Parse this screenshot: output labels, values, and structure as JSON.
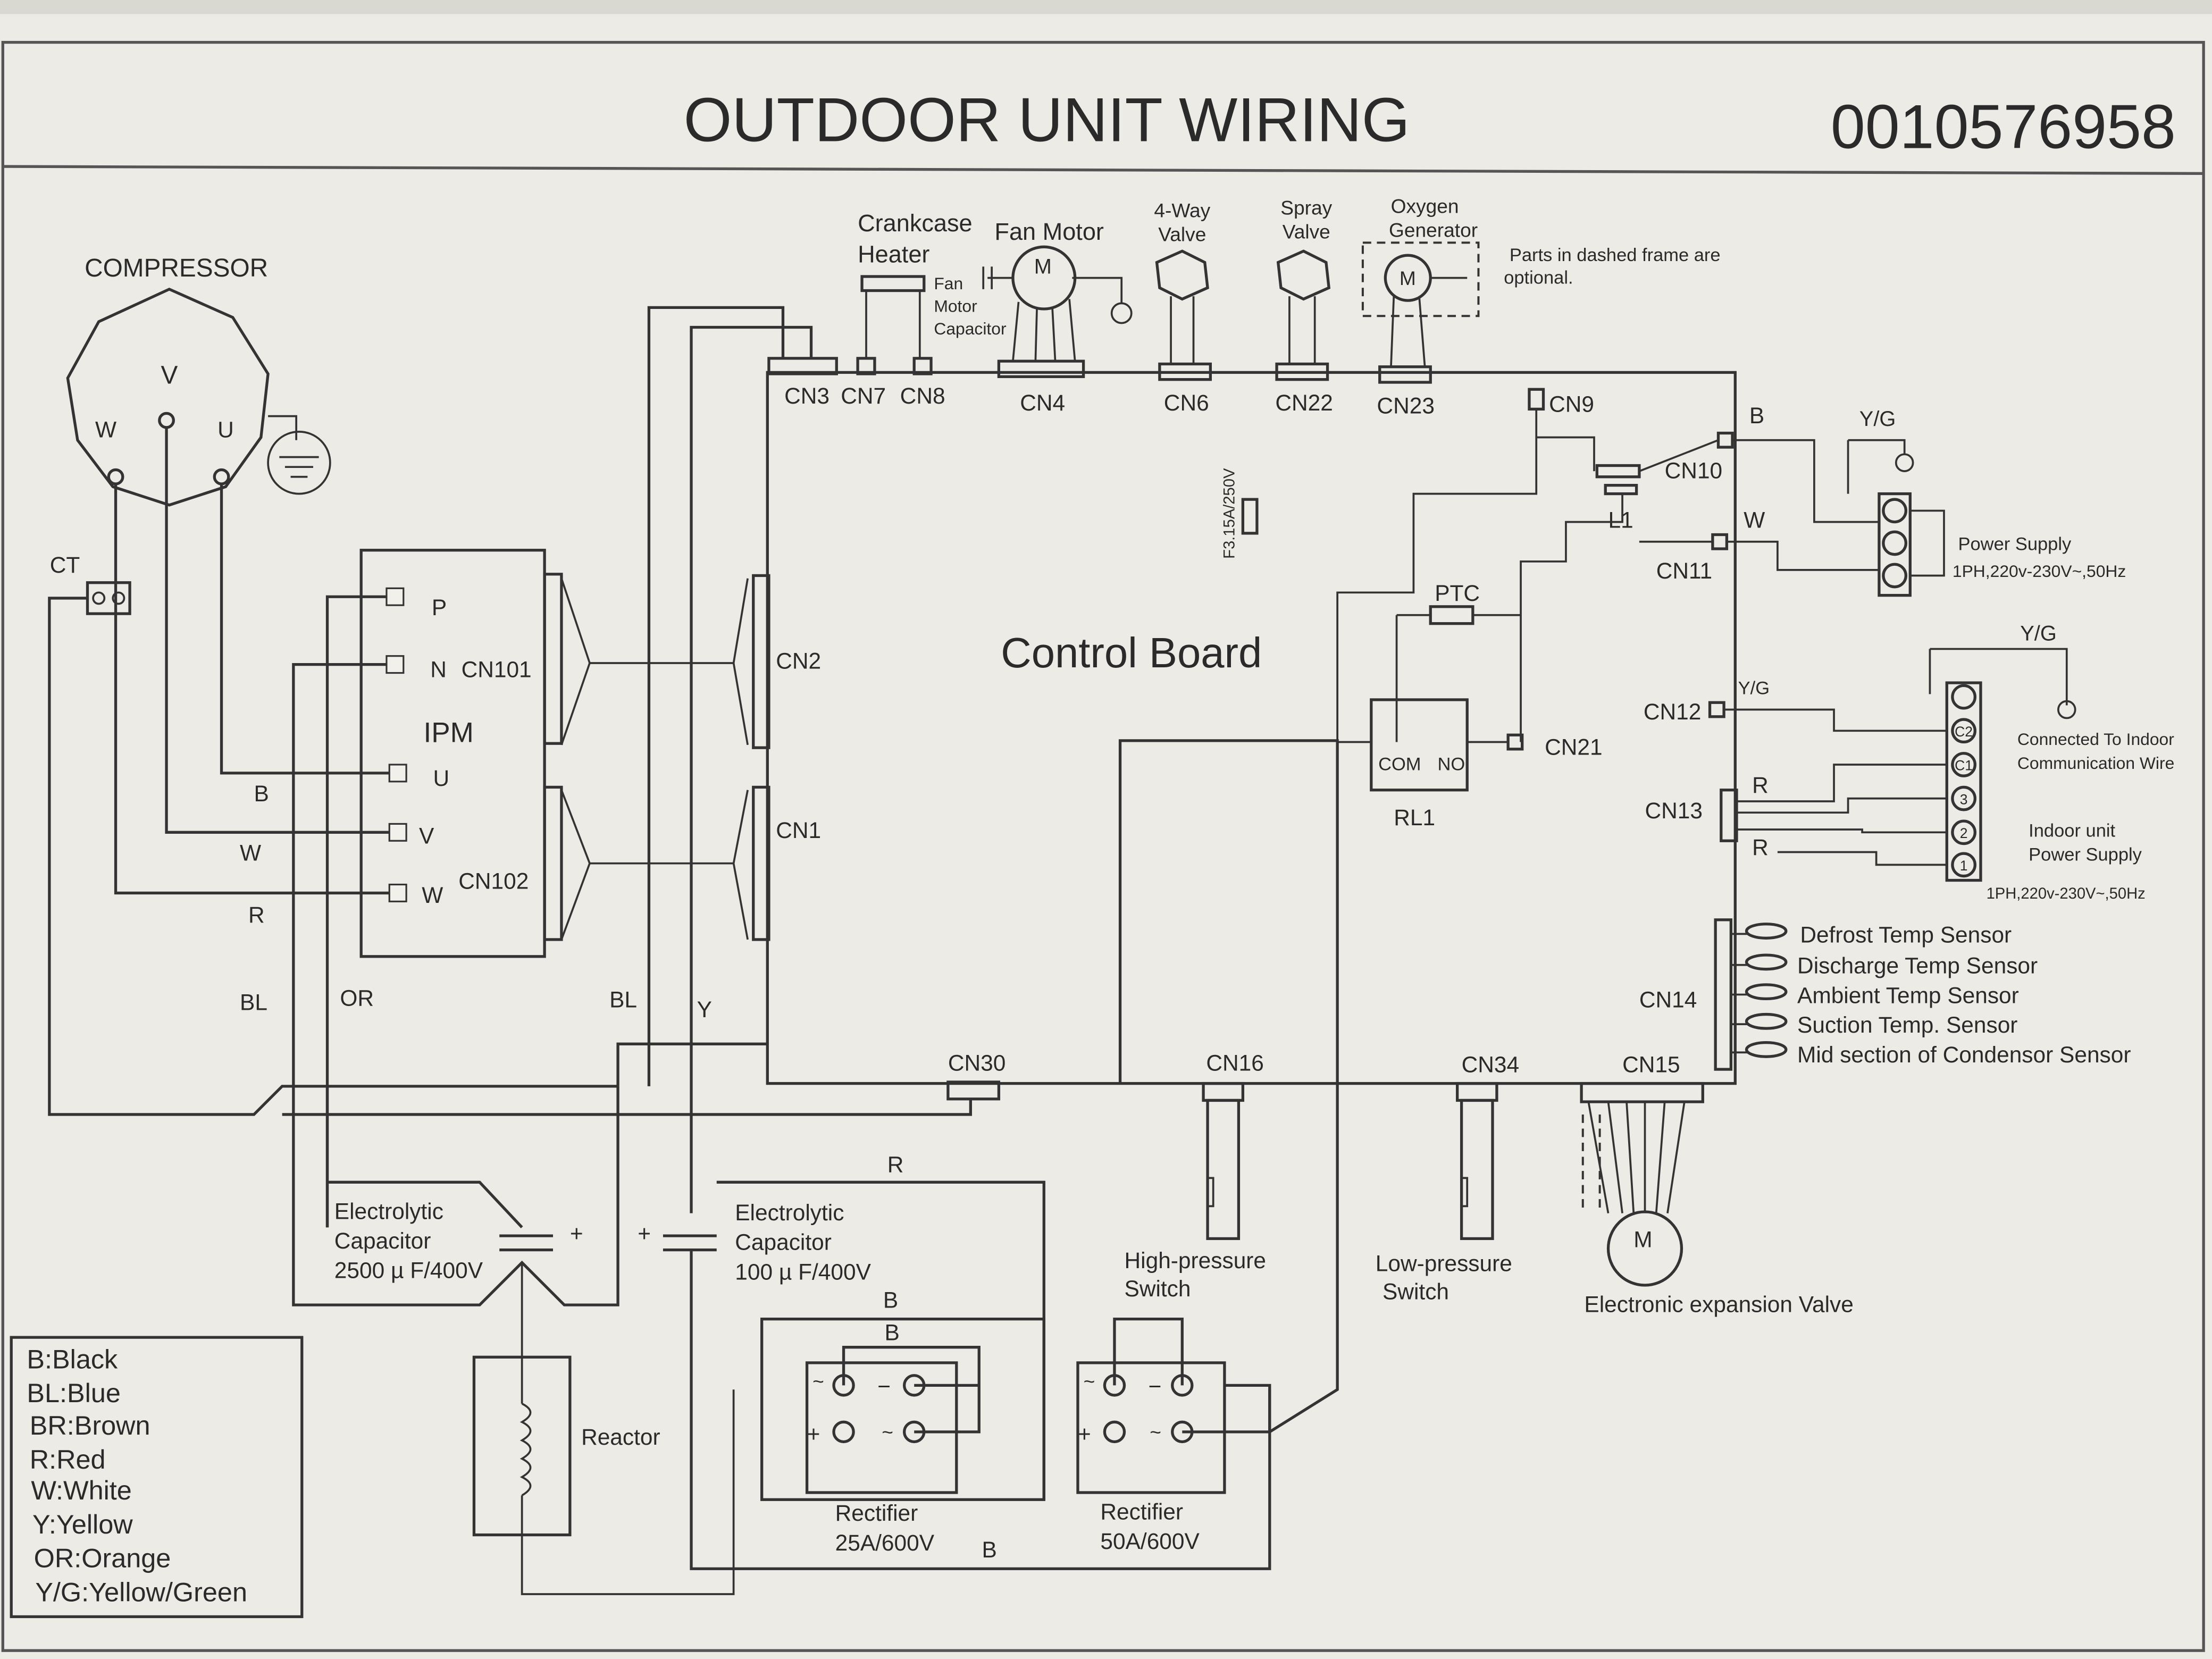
{
  "header": {
    "title": "OUTDOOR UNIT WIRING",
    "code": "0010576958"
  },
  "compressor": {
    "label": "COMPRESSOR",
    "terminals": [
      "V",
      "W",
      "U"
    ]
  },
  "ct_label": "CT",
  "ipm": {
    "label": "IPM",
    "pins": [
      "P",
      "N",
      "U",
      "V",
      "W"
    ],
    "cn101": "CN101",
    "cn102": "CN102"
  },
  "board": {
    "label": "Control Board",
    "fuse": "F3.15A/250V",
    "connectors": {
      "cn3": "CN3",
      "cn7": "CN7",
      "cn8": "CN8",
      "cn4": "CN4",
      "cn6": "CN6",
      "cn22": "CN22",
      "cn23": "CN23",
      "cn9": "CN9",
      "cn10": "CN10",
      "cn11": "CN11",
      "cn12": "CN12",
      "cn13": "CN13",
      "cn14": "CN14",
      "cn15": "CN15",
      "cn16": "CN16",
      "cn30": "CN30",
      "cn34": "CN34",
      "cn2": "CN2",
      "cn1": "CN1",
      "cn21": "CN21"
    },
    "l1": "L1",
    "ptc": "PTC",
    "rl1": "RL1",
    "com": "COM",
    "no": "NO"
  },
  "top_parts": {
    "crankcase": [
      "Crankcase",
      "Heater"
    ],
    "fan_motor": "Fan Motor",
    "fan_cap": [
      "Fan",
      "Motor",
      "Capacitor"
    ],
    "four_way": [
      "4-Way",
      "Valve"
    ],
    "spray": [
      "Spray",
      "Valve"
    ],
    "oxygen": [
      "Oxygen",
      "Generator"
    ],
    "optional_note": [
      "Parts in dashed frame are",
      "optional."
    ]
  },
  "power": {
    "b": "B",
    "w": "W",
    "yg1": "Y/G",
    "supply": "Power Supply",
    "spec": "1PH,220v-230V~,50Hz",
    "yg2": "Y/G",
    "yg3": "Y/G",
    "r1": "R",
    "r2": "R",
    "indoor_comm": [
      "Connected To Indoor",
      "Communication Wire"
    ],
    "indoor_power": [
      "Indoor unit",
      "Power Supply"
    ],
    "indoor_spec": "1PH,220v-230V~,50Hz",
    "terminal_marks": [
      "C2",
      "C1",
      "3",
      "2",
      "1"
    ]
  },
  "sensors": [
    "Defrost Temp Sensor",
    "Discharge Temp Sensor",
    "Ambient Temp Sensor",
    "Suction Temp. Sensor",
    "Mid section of  Condensor Sensor"
  ],
  "bottom": {
    "hp_switch": [
      "High-pressure",
      "Switch"
    ],
    "lp_switch": [
      "Low-pressure",
      "Switch"
    ],
    "eev": "Electronic expansion Valve",
    "cap1": [
      "Electrolytic",
      "Capacitor",
      "2500 µ F/400V"
    ],
    "cap2": [
      "Electrolytic",
      "Capacitor",
      "100 µ F/400V"
    ],
    "reactor": "Reactor",
    "rect1": [
      "Rectifier",
      "25A/600V"
    ],
    "rect2": [
      "Rectifier",
      "50A/600V"
    ]
  },
  "wire_labels": {
    "b": "B",
    "w": "W",
    "r": "R",
    "bl": "BL",
    "or": "OR",
    "bl2": "BL",
    "y": "Y",
    "r_top": "R",
    "b1": "B",
    "b2": "B",
    "b3": "B"
  },
  "legend": [
    "B:Black",
    "BL:Blue",
    "BR:Brown",
    "R:Red",
    "W:White",
    "Y:Yellow",
    "OR:Orange",
    "Y/G:Yellow/Green"
  ]
}
